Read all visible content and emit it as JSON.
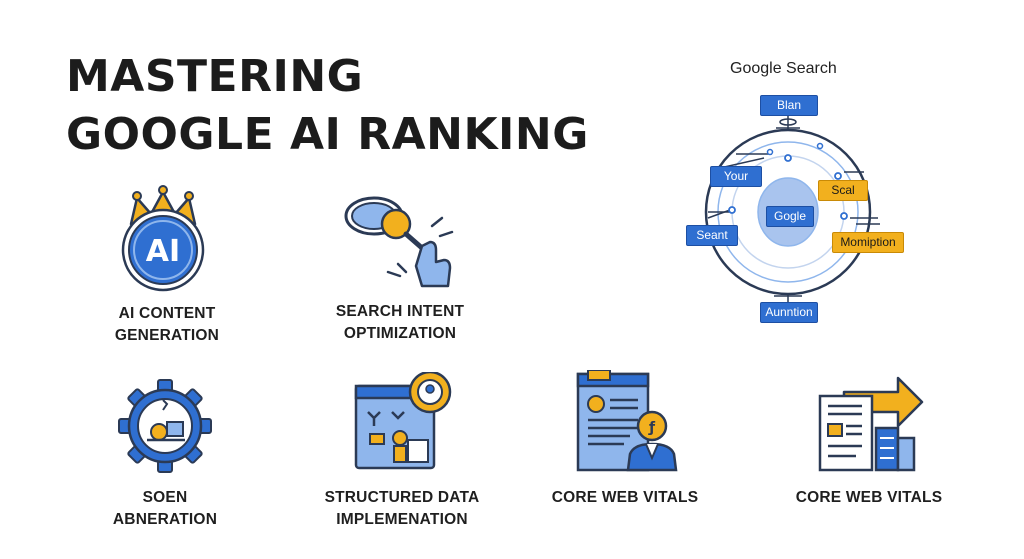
{
  "title": {
    "line1": "MASTERING",
    "line2": "GOOGLE AI RANKING"
  },
  "cards": [
    {
      "line1": "AI CONTENT",
      "line2": "GENERATION",
      "icon": "ai-crown-icon",
      "badge": "AI"
    },
    {
      "line1": "SEARCH INTENT",
      "line2": "OPTIMIZATION",
      "icon": "magnifier-hand-icon"
    },
    {
      "line1": "SOEN",
      "line2": "ABNERATION",
      "icon": "gear-icon"
    },
    {
      "line1": "STRUCTURED DATA",
      "line2": "IMPLEMENATION",
      "icon": "structured-data-icon"
    },
    {
      "line1": "CORE WEB VITALS",
      "line2": "",
      "icon": "document-person-icon"
    },
    {
      "line1": "CORE WEB VITALS",
      "line2": "",
      "icon": "report-arrow-icon"
    }
  ],
  "diagram": {
    "title": "Google Search",
    "center": "Gogle",
    "nodes": {
      "top": "Blan",
      "left_upper": "Your",
      "left_lower": "Seant",
      "right_upper": "Scal",
      "right_lower": "Momiption",
      "bottom": "Aunntion"
    }
  },
  "colors": {
    "blue": "#2f6fd1",
    "gold": "#f2b01e",
    "light_blue": "#8fb6ec",
    "dark": "#2b3a55"
  }
}
